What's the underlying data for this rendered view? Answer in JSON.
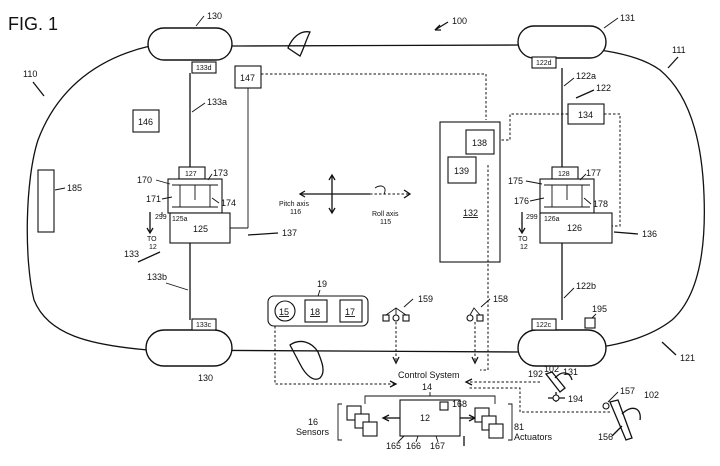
{
  "figure": {
    "title": "FIG. 1"
  },
  "labels": {
    "l100": "100",
    "l110": "110",
    "l111": "111",
    "l121": "121",
    "l130a": "130",
    "l130b": "130",
    "l131a": "131",
    "l131b": "131",
    "l133d": "133d",
    "l122d": "122d",
    "l133c": "133c",
    "l122c": "122c",
    "l133a": "133a",
    "l133b": "133b",
    "l133": "133",
    "l122a": "122a",
    "l122": "122",
    "l122b": "122b",
    "l146": "146",
    "l147": "147",
    "l134": "134",
    "l185": "185",
    "l127": "127",
    "l128": "128",
    "l170": "170",
    "l171": "171",
    "l173": "173",
    "l174": "174",
    "l175": "175",
    "l176": "176",
    "l177": "177",
    "l178": "178",
    "l125a": "125a",
    "l126a": "126a",
    "l125": "125",
    "l126": "126",
    "l137": "137",
    "l136": "136",
    "l299a": "299",
    "l299b": "299",
    "to12a": "TO\n12",
    "to12b": "TO\n12",
    "l138": "138",
    "l139": "139",
    "l132": "132",
    "pitch": "Pitch axis",
    "pitch_n": "116",
    "roll": "Roll axis",
    "roll_n": "115",
    "l19": "19",
    "l15": "15",
    "l18": "18",
    "l17": "17",
    "l159": "159",
    "l158": "158",
    "l195": "195",
    "cs": "Control System",
    "cs_n": "14",
    "l12": "12",
    "l168": "168",
    "l165": "165",
    "l166": "166",
    "l167": "167",
    "sensors_n": "16",
    "sensors": "Sensors",
    "act_n": "81",
    "actuators": "Actuators",
    "l102a": "102",
    "l102b": "102",
    "l192": "192",
    "l194": "194",
    "l157": "157",
    "l156": "156"
  },
  "diagram": {
    "line_color": "#111111",
    "background": "#ffffff"
  }
}
